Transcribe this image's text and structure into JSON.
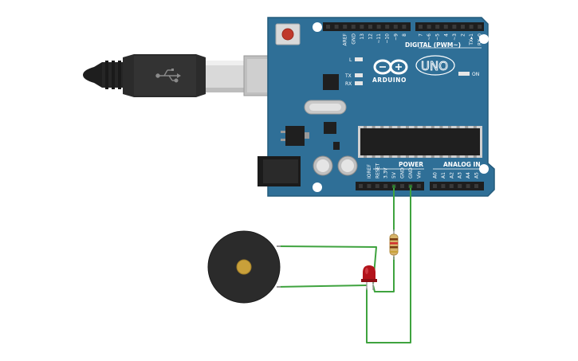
{
  "board": {
    "brand": "ARDUINO",
    "model": "UNO",
    "digital_header": "DIGITAL (PWM~)",
    "power_header": "POWER",
    "analog_header": "ANALOG IN",
    "on_label": "ON",
    "led_labels": [
      "L",
      "TX",
      "RX"
    ],
    "digital_pins": [
      "AREF",
      "GND",
      "13",
      "12",
      "~11",
      "~10",
      "~9",
      "8",
      "7",
      "~6",
      "~5",
      "4",
      "~3",
      "2",
      "TX▸1",
      "RX◂0"
    ],
    "power_pins": [
      "IOREF",
      "RESET",
      "3.3V",
      "5V",
      "GND",
      "GND",
      "Vin"
    ],
    "analog_pins": [
      "A0",
      "A1",
      "A2",
      "A3",
      "A4",
      "A5"
    ]
  },
  "components": {
    "usb_cable": "usb-cable",
    "buzzer": "piezo-buzzer",
    "led": "red-led",
    "resistor": "resistor"
  },
  "colors": {
    "board": "#2f6f97",
    "board_edge": "#245b7c",
    "wire": "#3fa33f",
    "led": "#b3131b",
    "buzzer": "#2b2b2b",
    "buzzer_center": "#c9a03a"
  }
}
